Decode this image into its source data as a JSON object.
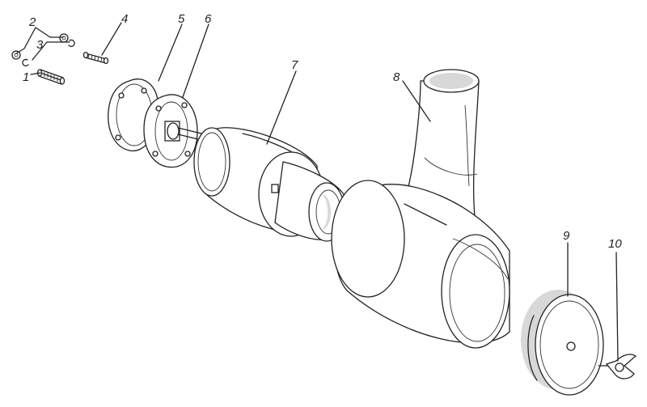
{
  "callouts": [
    "1",
    "2",
    "3",
    "4",
    "5",
    "6",
    "7",
    "8",
    "9",
    "10"
  ],
  "colors": {
    "ink": "#222222",
    "paper": "#ffffff",
    "shade": "#d8d8d8"
  }
}
